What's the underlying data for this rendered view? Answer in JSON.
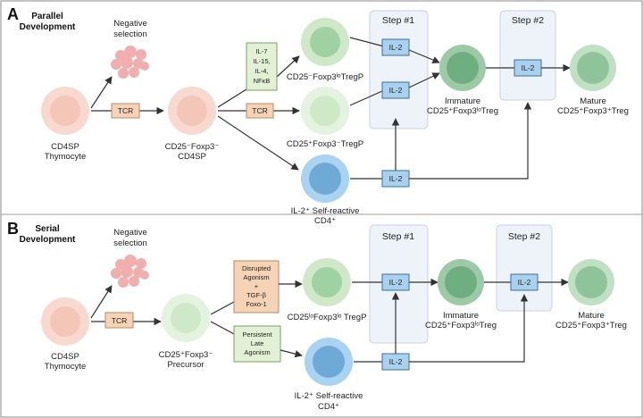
{
  "colors": {
    "pink_outer": "#f7d9cf",
    "pink_inner": "#f3c6b8",
    "lightgreen_outer": "#e3f3df",
    "lightgreen_inner": "#cfe9c8",
    "green_outer": "#bfe0c2",
    "green_inner": "#8fc49a",
    "darkgreen_outer": "#9ccaa6",
    "darkgreen_inner": "#6fae80",
    "blue_outer": "#a9d3f0",
    "blue_inner": "#6fa9d6",
    "tcr_box": "#f5d3b4",
    "tcr_border": "#b9886a",
    "cytokine_box": "#e2f1d6",
    "cytokine_border": "#7aa45f",
    "il2_box": "#a9d1ee",
    "il2_border": "#3b6fa0",
    "step_bg": "#eef3fa",
    "step_border": "#c8d3e2",
    "negsel": "#f0a6a6"
  },
  "panel_a": {
    "letter": "A",
    "title_lines": [
      "Parallel",
      "Development"
    ],
    "negative_selection": [
      "Negative",
      "selection"
    ],
    "thymocyte": [
      "CD4SP",
      "Thymocyte"
    ],
    "tcr": "TCR",
    "cd4sp": [
      "CD25⁻Foxp3⁻",
      "CD4SP"
    ],
    "cytokines": [
      "IL-7",
      "IL-15,",
      "IL-4,",
      "NFκB"
    ],
    "tcr2": "TCR",
    "tregp_top": "CD25⁻Foxp3ˡᵒTregP",
    "tregp_mid": "CD25⁺Foxp3⁻TregP",
    "selfreactive": [
      "IL-2⁺ Self-reactive",
      "CD4⁺"
    ],
    "step1": "Step #1",
    "step2": "Step #2",
    "il2": "IL-2",
    "immature": [
      "Immature",
      "CD25⁺Foxp3ˡᵒTreg"
    ],
    "mature": [
      "Mature",
      "CD25⁺Foxp3⁺Treg"
    ]
  },
  "panel_b": {
    "letter": "B",
    "title_lines": [
      "Serial",
      "Development"
    ],
    "negative_selection": [
      "Negative",
      "selection"
    ],
    "thymocyte": [
      "CD4SP",
      "Thymocyte"
    ],
    "tcr": "TCR",
    "precursor": [
      "CD25⁺Foxp3⁻",
      "Precursor"
    ],
    "disrupted": [
      "Disrupted",
      "Agonism",
      "+",
      "TGF-β",
      "Foxo-1"
    ],
    "persistent": [
      "Persistent",
      "Late",
      "Agonism"
    ],
    "tregp": "CD25ˡᵒFoxp3ˡᵒ TregP",
    "selfreactive": [
      "IL-2⁺ Self-reactive",
      "CD4⁺"
    ],
    "step1": "Step #1",
    "step2": "Step #2",
    "il2": "IL-2",
    "immature": [
      "Immature",
      "CD25⁺Foxp3ˡᵒTreg"
    ],
    "mature": [
      "Mature",
      "CD25⁺Foxp3⁺Treg"
    ]
  }
}
